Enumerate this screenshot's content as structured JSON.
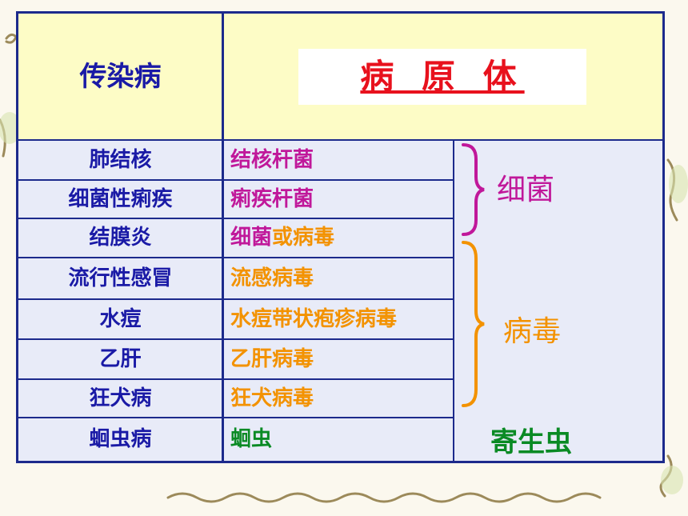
{
  "header": {
    "col1": "传染病",
    "col2": "病 原 体"
  },
  "rows": [
    {
      "disease": "肺结核",
      "pathogen": [
        {
          "text": "结核杆菌",
          "color": "#c0189a"
        }
      ]
    },
    {
      "disease": "细菌性痢疾",
      "pathogen": [
        {
          "text": "痢疾杆菌",
          "color": "#c0189a"
        }
      ]
    },
    {
      "disease": "结膜炎",
      "pathogen": [
        {
          "text": "细菌",
          "color": "#c0189a"
        },
        {
          "text": "或病毒",
          "color": "#f39200"
        }
      ]
    },
    {
      "disease": "流行性感冒",
      "pathogen": [
        {
          "text": "流感病毒",
          "color": "#f39200"
        }
      ]
    },
    {
      "disease": "水痘",
      "pathogen": [
        {
          "text": "水痘带状疱疹病毒",
          "color": "#f39200"
        }
      ]
    },
    {
      "disease": "乙肝",
      "pathogen": [
        {
          "text": "乙肝病毒",
          "color": "#f39200"
        }
      ]
    },
    {
      "disease": "狂犬病",
      "pathogen": [
        {
          "text": "狂犬病毒",
          "color": "#f39200"
        }
      ]
    },
    {
      "disease": "蛔虫病",
      "pathogen": [
        {
          "text": "蛔虫",
          "color": "#0a8a24"
        }
      ]
    }
  ],
  "groups": {
    "bacteria": {
      "label": "细菌",
      "color": "#c0189a"
    },
    "virus": {
      "label": "病毒",
      "color": "#f39200"
    },
    "parasite": {
      "label": "寄生虫",
      "color": "#0a8a24"
    }
  },
  "colors": {
    "border": "#1c2a8c",
    "header_bg": "#fdfcc6",
    "title": "#e8111d",
    "disease_text": "#1a1aa6"
  }
}
